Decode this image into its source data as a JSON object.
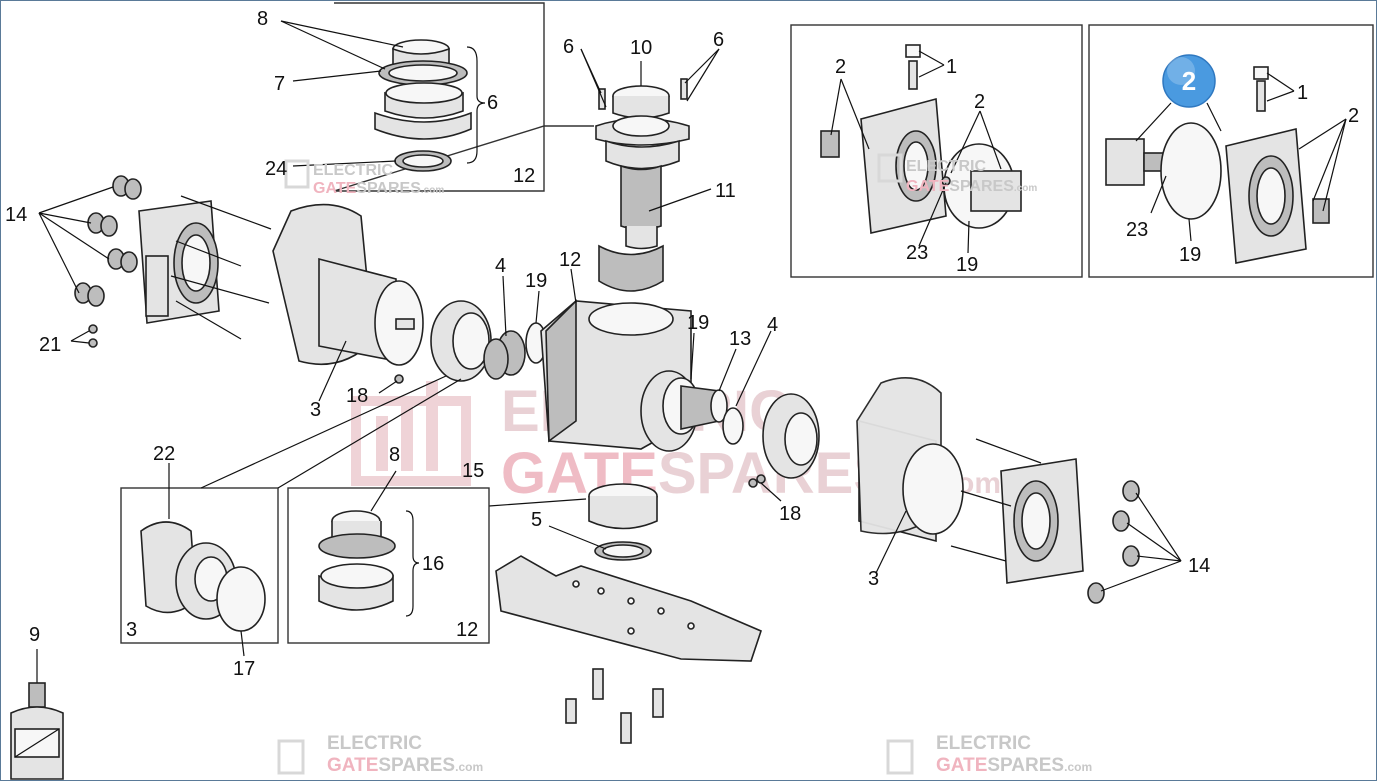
{
  "watermark": {
    "line1": "ELECTRIC",
    "line2a": "GATE",
    "line2b": "SPARES",
    "domain": ".com"
  },
  "badge": {
    "text": "2",
    "color": "#4a9ae0"
  },
  "colors": {
    "accent": "#f0b4bf",
    "frame": "#5a7a98"
  },
  "icons": [
    "factory-logo-icon",
    "oil-bottle-icon"
  ],
  "labels": {
    "l8_top": "8",
    "l7": "7",
    "l6_box": "6",
    "l24": "24",
    "l12_top": "12",
    "l6_a": "6",
    "l10": "10",
    "l6_b": "6",
    "l11": "11",
    "l14_left": "14",
    "l21": "21",
    "l3_left": "3",
    "l18_left": "18",
    "l4_left": "4",
    "l19_left": "19",
    "l12_center": "12",
    "l19_right": "19",
    "l13": "13",
    "l4_right": "4",
    "l15": "15",
    "l22": "22",
    "l8_mid": "8",
    "l16": "16",
    "l5": "5",
    "l18_right": "18",
    "l3_right": "3",
    "l14_right": "14",
    "l3_box": "3",
    "l17": "17",
    "l12_box": "12",
    "l9": "9",
    "ins1_l2a": "2",
    "ins1_l1": "1",
    "ins1_l2b": "2",
    "ins1_l23": "23",
    "ins1_l19": "19",
    "ins2_l1": "1",
    "ins2_l2": "2",
    "ins2_l23": "23",
    "ins2_l19": "19"
  }
}
